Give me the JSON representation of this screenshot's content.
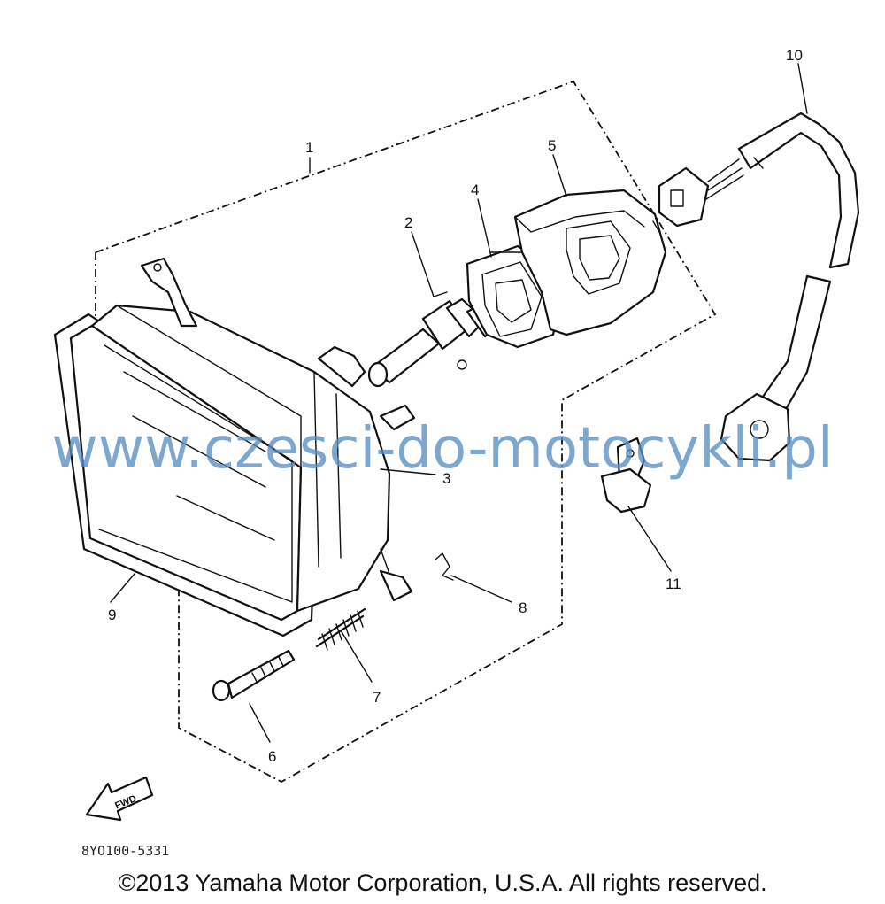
{
  "callouts": {
    "c1": "1",
    "c2": "2",
    "c3": "3",
    "c4": "4",
    "c5": "5",
    "c6": "6",
    "c7": "7",
    "c8": "8",
    "c9": "9",
    "c10": "10",
    "c11": "11"
  },
  "fwd_label": "FWD",
  "diagram_code": "8YO100-5331",
  "watermark": "www.czesci-do-motocykli.pl",
  "copyright": "©2013 Yamaha Motor Corporation, U.S.A. All rights reserved.",
  "colors": {
    "watermark": "#5b8fc2",
    "lines": "#111111"
  }
}
